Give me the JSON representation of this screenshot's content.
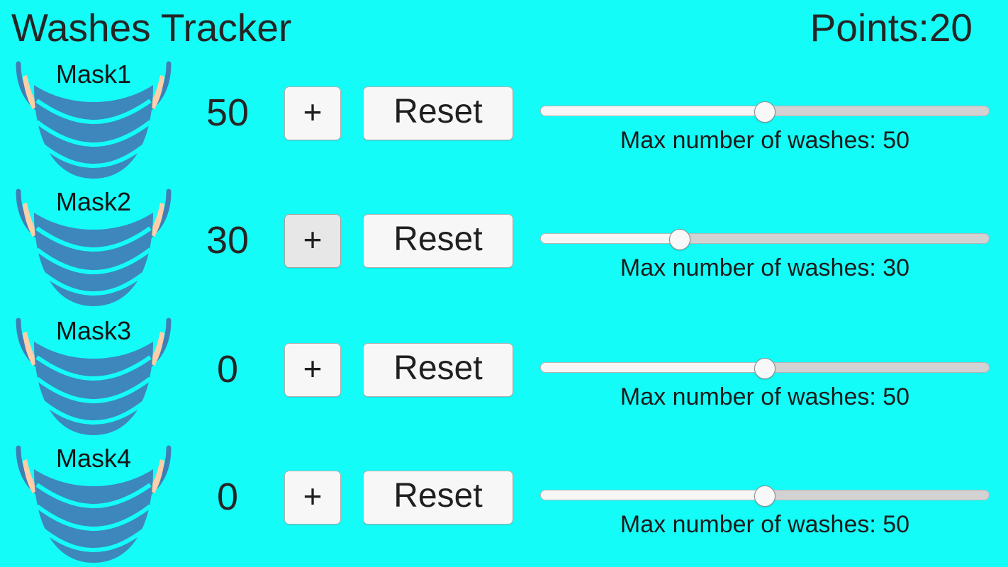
{
  "header": {
    "title": "Washes Tracker",
    "points_label": "Points:20"
  },
  "theme": {
    "background": "#14fcf8",
    "text": "#252525",
    "button_face": "#f7f7f7",
    "button_face_active": "#e7e7e7",
    "button_border": "#b0b0b0",
    "slider_track": "#d2d2d2",
    "slider_fill": "#f6f6f6",
    "slider_thumb": "#f8f8f8",
    "mask_body": "#3d87bd",
    "mask_outline": "#3f7fb5",
    "mask_pleat": "#14fcf8",
    "ear_skin": "#ffcfa8"
  },
  "controls": {
    "plus_label": "+",
    "reset_label": "Reset",
    "slider_caption_prefix": "Max number of washes: ",
    "slider_min": 0,
    "slider_max": 100
  },
  "masks": [
    {
      "name": "Mask1",
      "washes": "50",
      "max_washes": "50",
      "slider_caption": "Max number of washes: 50",
      "slider_percent": 50,
      "plus_active": false
    },
    {
      "name": "Mask2",
      "washes": "30",
      "max_washes": "30",
      "slider_caption": "Max number of washes: 30",
      "slider_percent": 31,
      "plus_active": true
    },
    {
      "name": "Mask3",
      "washes": "0",
      "max_washes": "50",
      "slider_caption": "Max number of washes: 50",
      "slider_percent": 50,
      "plus_active": false
    },
    {
      "name": "Mask4",
      "washes": "0",
      "max_washes": "50",
      "slider_caption": "Max number of washes: 50",
      "slider_percent": 50,
      "plus_active": false
    }
  ]
}
